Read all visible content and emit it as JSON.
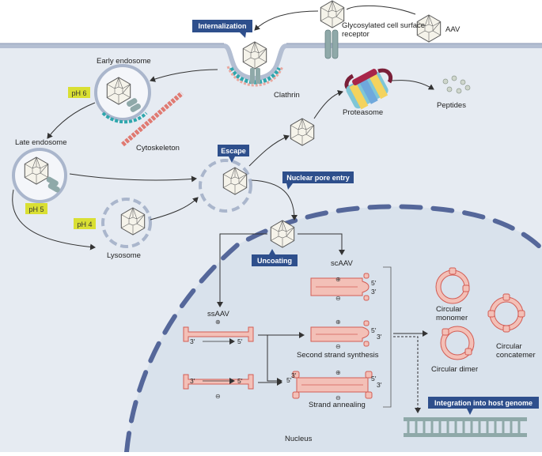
{
  "labels": {
    "aav": "AAV",
    "receptor": "Glycosylated cell surface receptor",
    "internalization": "Internalization",
    "clathrin": "Clathrin",
    "early_endosome": "Early endosome",
    "ph6": "pH 6",
    "cytoskeleton": "Cytoskeleton",
    "late_endosome": "Late endosome",
    "ph5": "pH 5",
    "ph4": "pH 4",
    "lysosome": "Lysosome",
    "escape": "Escape",
    "proteasome": "Proteasome",
    "peptides": "Peptides",
    "nuclear_pore_entry": "Nuclear pore entry",
    "uncoating": "Uncoating",
    "scaav": "scAAV",
    "ssaav": "ssAAV",
    "second_strand_synthesis": "Second strand synthesis",
    "strand_annealing": "Strand annealing",
    "circular_monomer": "Circular monomer",
    "circular_dimer": "Circular dimer",
    "circular_concatemer": "Circular concatemer",
    "integration": "Integration into host genome",
    "nucleus": "Nucleus",
    "three_prime": "3′",
    "five_prime": "5′",
    "plus": "⊕",
    "minus": "⊖"
  },
  "colors": {
    "membrane": "#b3bed2",
    "cytoplasm": "#e6ebf2",
    "nucleus": "#d9e2ec",
    "nuclear_envelope": "#55679a",
    "tag": "#2e4f8c",
    "ph": "#d9df33",
    "dna": "#f1b0a6",
    "dna_stroke": "#d35d55",
    "clathrin": "#2ea7ad",
    "receptor": "#8fa9a9"
  }
}
